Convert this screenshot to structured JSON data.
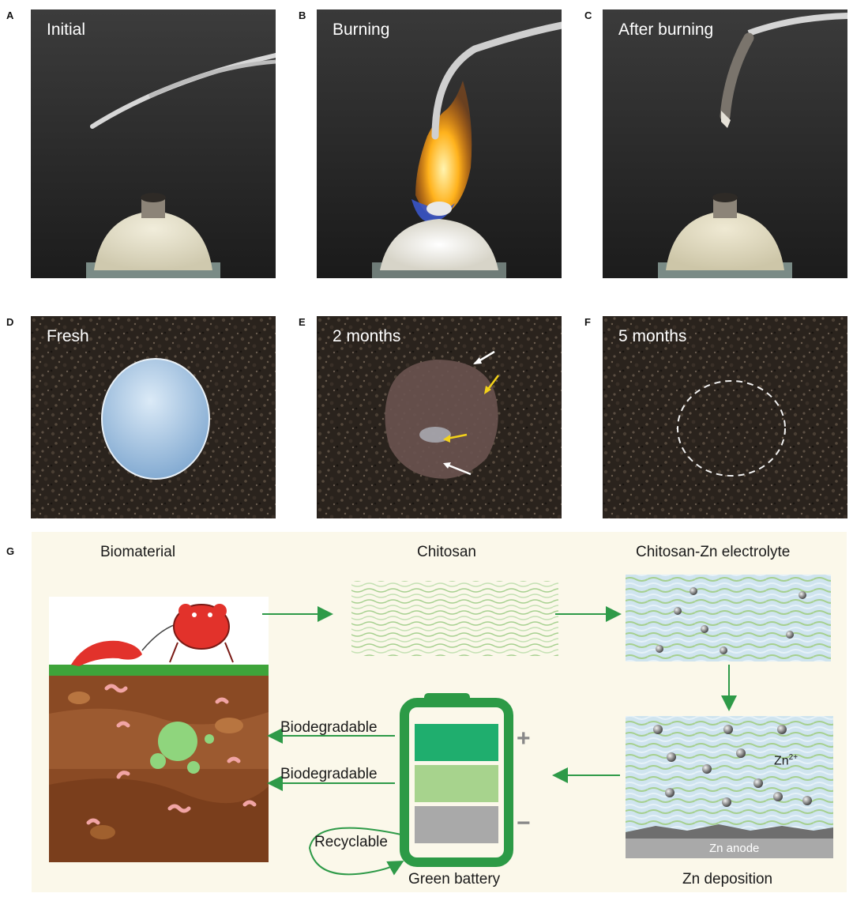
{
  "panels": {
    "A": {
      "letter": "A",
      "caption": "Initial"
    },
    "B": {
      "letter": "B",
      "caption": "Burning"
    },
    "C": {
      "letter": "C",
      "caption": "After burning"
    },
    "D": {
      "letter": "D",
      "caption": "Fresh"
    },
    "E": {
      "letter": "E",
      "caption": "2 months"
    },
    "F": {
      "letter": "F",
      "caption": "5 months"
    },
    "G": {
      "letter": "G"
    }
  },
  "schematic": {
    "biomaterial": "Biomaterial",
    "chitosan": "Chitosan",
    "chitosan_zn": "Chitosan-Zn electrolyte",
    "zn_deposition": "Zn deposition",
    "zn_ion": "Zn",
    "zn_ion_charge": "2+",
    "zn_anode": "Zn anode",
    "green_battery": "Green battery",
    "biodegradable_1": "Biodegradable",
    "biodegradable_2": "Biodegradable",
    "recyclable": "Recyclable",
    "plus": "+",
    "minus": "−"
  },
  "colors": {
    "arrow_green": "#2e9a48",
    "battery_green": "#2c9a46",
    "cell_top": "#1fae6e",
    "cell_mid": "#a7d38d",
    "cell_bot": "#a9a9a9",
    "soil": "#8a4a24",
    "grass": "#3ea43a",
    "crab": "#e2322b"
  }
}
